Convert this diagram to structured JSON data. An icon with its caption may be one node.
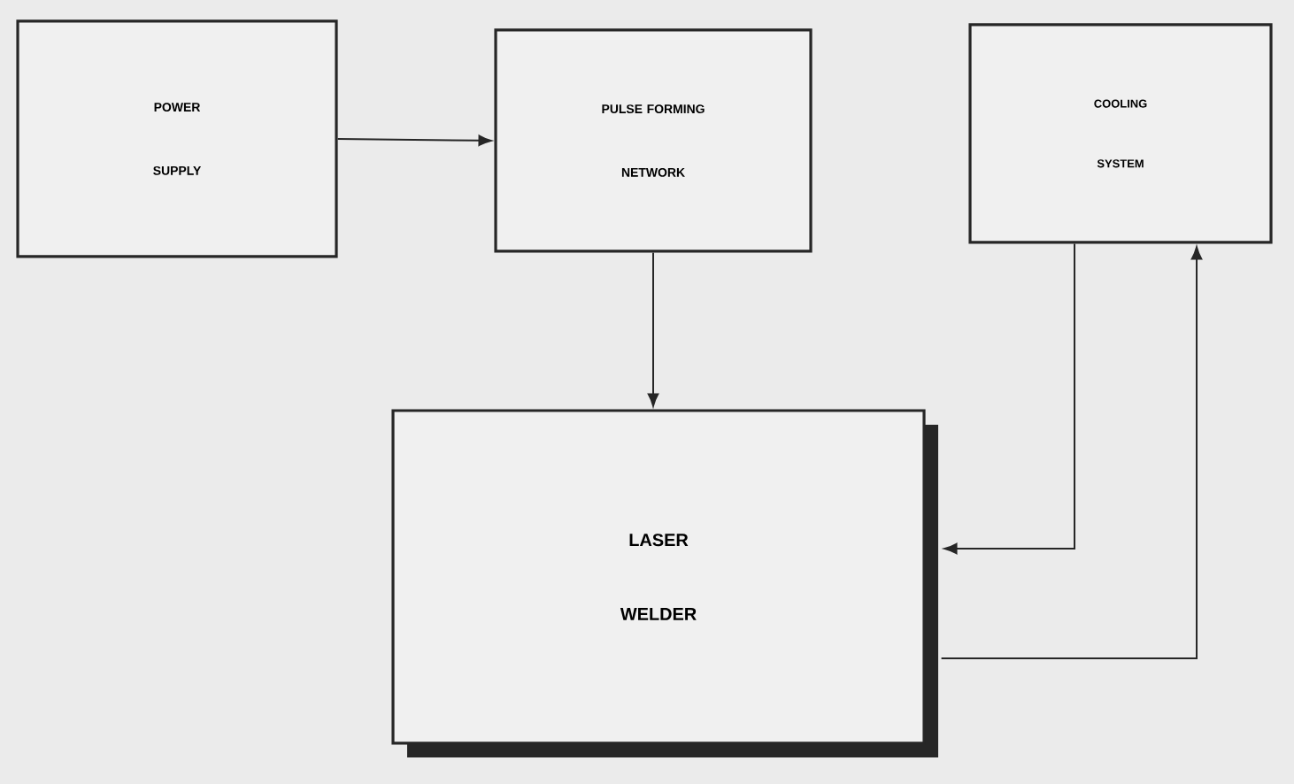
{
  "diagram": {
    "nodes": [
      {
        "text": [
          "POWER SUPPLY"
        ]
      },
      {
        "text": [
          "PULSE FORMING NETWORK"
        ]
      },
      {
        "text": [
          "COOLING SYSTEM"
        ]
      },
      {
        "text": [
          "LASER WELDER"
        ]
      }
    ],
    "edges": [
      {
        "from": 0,
        "to": 1,
        "arrow": "to"
      },
      {
        "from": 1,
        "to": 3,
        "arrow": "to"
      },
      {
        "from": 2,
        "to": 3,
        "arrow": "to"
      },
      {
        "from": 3,
        "to": 2,
        "arrow": "to"
      }
    ]
  }
}
